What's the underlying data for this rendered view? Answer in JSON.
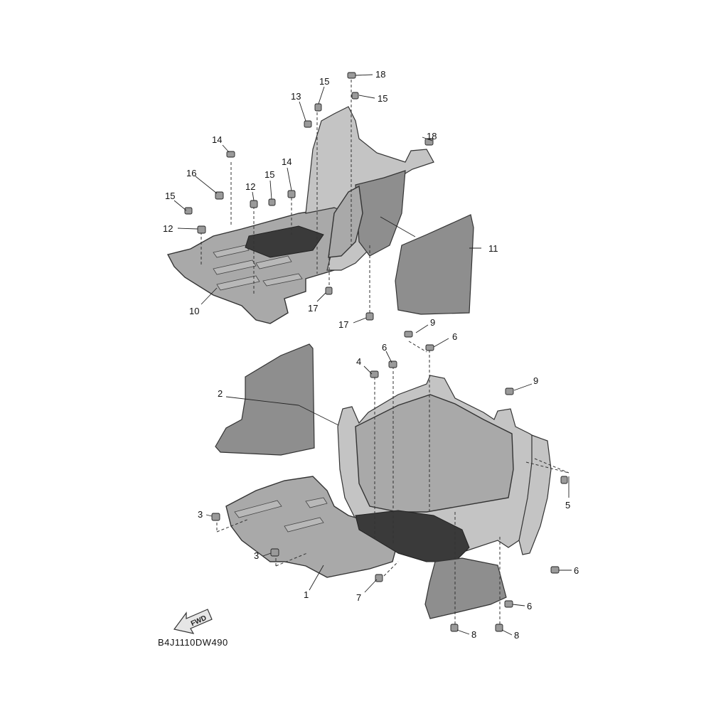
{
  "diagram": {
    "drawing_code": "B4J1110DW490",
    "fwd_label": "FWD",
    "callouts": {
      "c1": "1",
      "c2": "2",
      "c3a": "3",
      "c3b": "3",
      "c4": "4",
      "c5": "5",
      "c6a": "6",
      "c6b": "6",
      "c6c": "6",
      "c6d": "6",
      "c7": "7",
      "c8a": "8",
      "c8b": "8",
      "c9a": "9",
      "c9b": "9",
      "c10": "10",
      "c11": "11",
      "c12a": "12",
      "c12b": "12",
      "c13": "13",
      "c14a": "14",
      "c14b": "14",
      "c15a": "15",
      "c15b": "15",
      "c15c": "15",
      "c15d": "15",
      "c16": "16",
      "c17a": "17",
      "c17b": "17",
      "c18a": "18",
      "c18b": "18"
    }
  }
}
